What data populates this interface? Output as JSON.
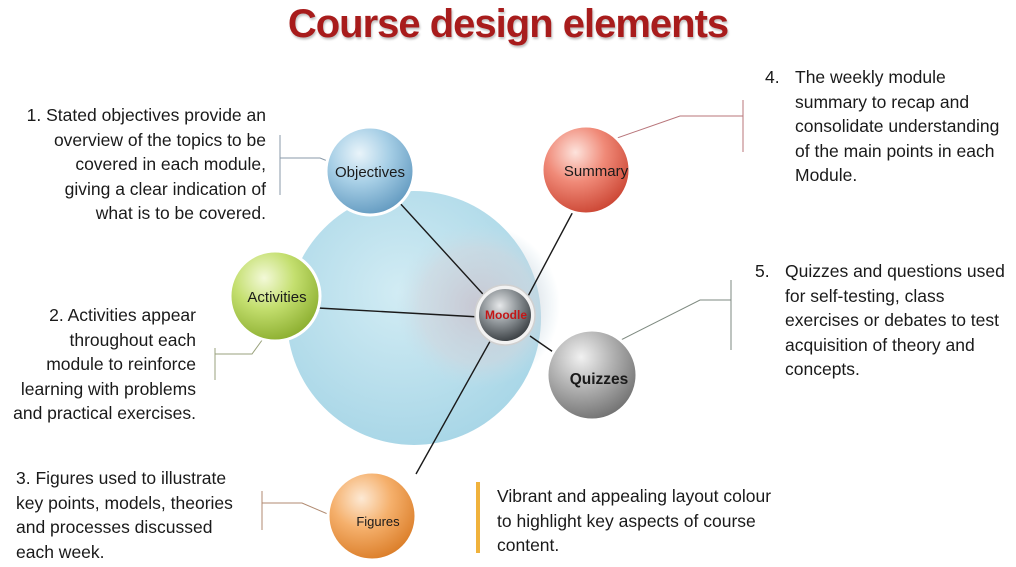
{
  "title": "Course design elements",
  "hub": {
    "label": "Moodle"
  },
  "nodes": {
    "objectives": "Objectives",
    "summary": "Summary",
    "activities": "Activities",
    "quizzes": "Quizzes",
    "figures": "Figures"
  },
  "notes": {
    "n1": {
      "lines": [
        "1. Stated objectives provide an",
        "overview of the topics to be",
        "covered in each module,",
        "giving a clear indication of",
        "what is to be covered."
      ]
    },
    "n2": {
      "lines": [
        "2. Activities appear",
        "throughout each",
        "module to reinforce",
        "learning with problems",
        "and practical exercises."
      ]
    },
    "n3": {
      "lines": [
        "3. Figures used to illustrate",
        "key points, models, theories",
        "and processes discussed",
        "each week."
      ]
    },
    "n4": {
      "num": "4.",
      "lines": [
        "The weekly module",
        "summary to recap and",
        "consolidate  understanding",
        "of the main points in each",
        "Module."
      ]
    },
    "n5": {
      "num": "5.",
      "lines": [
        "Quizzes and questions used",
        "for self-testing, class",
        "exercises or debates to test",
        "acquisition of theory and",
        "concepts."
      ]
    },
    "n6": {
      "lines": [
        "Vibrant and appealing layout colour",
        "to highlight key aspects of course",
        "content."
      ]
    }
  },
  "colors": {
    "title": "#a81c1c",
    "big_circle": "#b5dcea",
    "objectives": "#8fbfdc",
    "summary": "#ec6e5c",
    "activities": "#b6d65a",
    "quizzes": "#9a9a9a",
    "figures": "#f3a75a",
    "hub": "#6f7478",
    "hub_text": "#c41616",
    "accent_bar": "#f0b23c"
  }
}
